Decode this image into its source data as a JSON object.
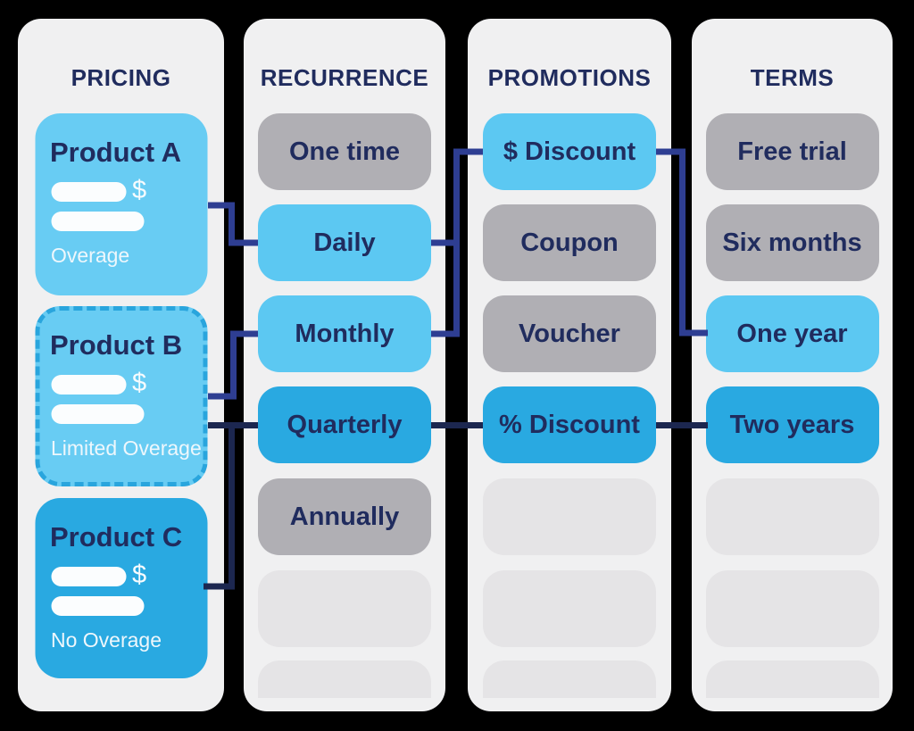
{
  "columns": [
    {
      "id": "pricing",
      "title": "PRICING",
      "cards": [
        {
          "title": "Product A",
          "currency": "$",
          "note": "Overage",
          "style": "solid-light-blue"
        },
        {
          "title": "Product B",
          "currency": "$",
          "note": "Limited Overage",
          "style": "dashed-light-blue"
        },
        {
          "title": "Product C",
          "currency": "$",
          "note": "No Overage",
          "style": "solid-dark-blue"
        }
      ]
    },
    {
      "id": "recurrence",
      "title": "RECURRENCE",
      "chips": [
        {
          "label": "One time",
          "style": "gray"
        },
        {
          "label": "Daily",
          "style": "light-blue"
        },
        {
          "label": "Monthly",
          "style": "light-blue"
        },
        {
          "label": "Quarterly",
          "style": "dark-blue"
        },
        {
          "label": "Annually",
          "style": "gray"
        },
        {
          "label": "",
          "style": "empty"
        },
        {
          "label": "",
          "style": "empty-partial"
        }
      ]
    },
    {
      "id": "promotions",
      "title": "PROMOTIONS",
      "chips": [
        {
          "label": "$ Discount",
          "style": "light-blue"
        },
        {
          "label": "Coupon",
          "style": "gray"
        },
        {
          "label": "Voucher",
          "style": "gray"
        },
        {
          "label": "% Discount",
          "style": "dark-blue"
        },
        {
          "label": "",
          "style": "empty"
        },
        {
          "label": "",
          "style": "empty"
        },
        {
          "label": "",
          "style": "empty-partial"
        }
      ]
    },
    {
      "id": "terms",
      "title": "TERMS",
      "chips": [
        {
          "label": "Free trial",
          "style": "gray"
        },
        {
          "label": "Six months",
          "style": "gray"
        },
        {
          "label": "One year",
          "style": "light-blue"
        },
        {
          "label": "Two years",
          "style": "dark-blue"
        },
        {
          "label": "",
          "style": "empty"
        },
        {
          "label": "",
          "style": "empty"
        },
        {
          "label": "",
          "style": "empty-partial"
        }
      ]
    }
  ],
  "connections": [
    {
      "from": "Product A",
      "to": "Daily",
      "color": "bright-navy"
    },
    {
      "from": "Product B",
      "to": "Monthly",
      "color": "bright-navy"
    },
    {
      "from": "Daily",
      "to": "$ Discount",
      "color": "bright-navy"
    },
    {
      "from": "Monthly",
      "to": "$ Discount",
      "color": "bright-navy"
    },
    {
      "from": "$ Discount",
      "to": "One year",
      "color": "bright-navy"
    },
    {
      "from": "Product B",
      "to": "Quarterly",
      "color": "dark-navy"
    },
    {
      "from": "Product C",
      "to": "Quarterly",
      "color": "dark-navy"
    },
    {
      "from": "Quarterly",
      "to": "% Discount",
      "color": "dark-navy"
    },
    {
      "from": "% Discount",
      "to": "Two years",
      "color": "dark-navy"
    }
  ],
  "colors": {
    "background": "#000000",
    "panel": "#f0f0f1",
    "chip_light_blue": "#5cc8f2",
    "chip_dark_blue": "#29a9e1",
    "chip_gray": "#b0afb4",
    "chip_placeholder": "#e5e4e6",
    "card_blue": "#68ccf3",
    "dashed_border_blue": "#29a5dd",
    "text_navy": "#202c5e",
    "connector_bright_navy": "#2e3e92",
    "connector_dark_navy": "#1c2750",
    "pill_white": "#fbfdfe"
  }
}
